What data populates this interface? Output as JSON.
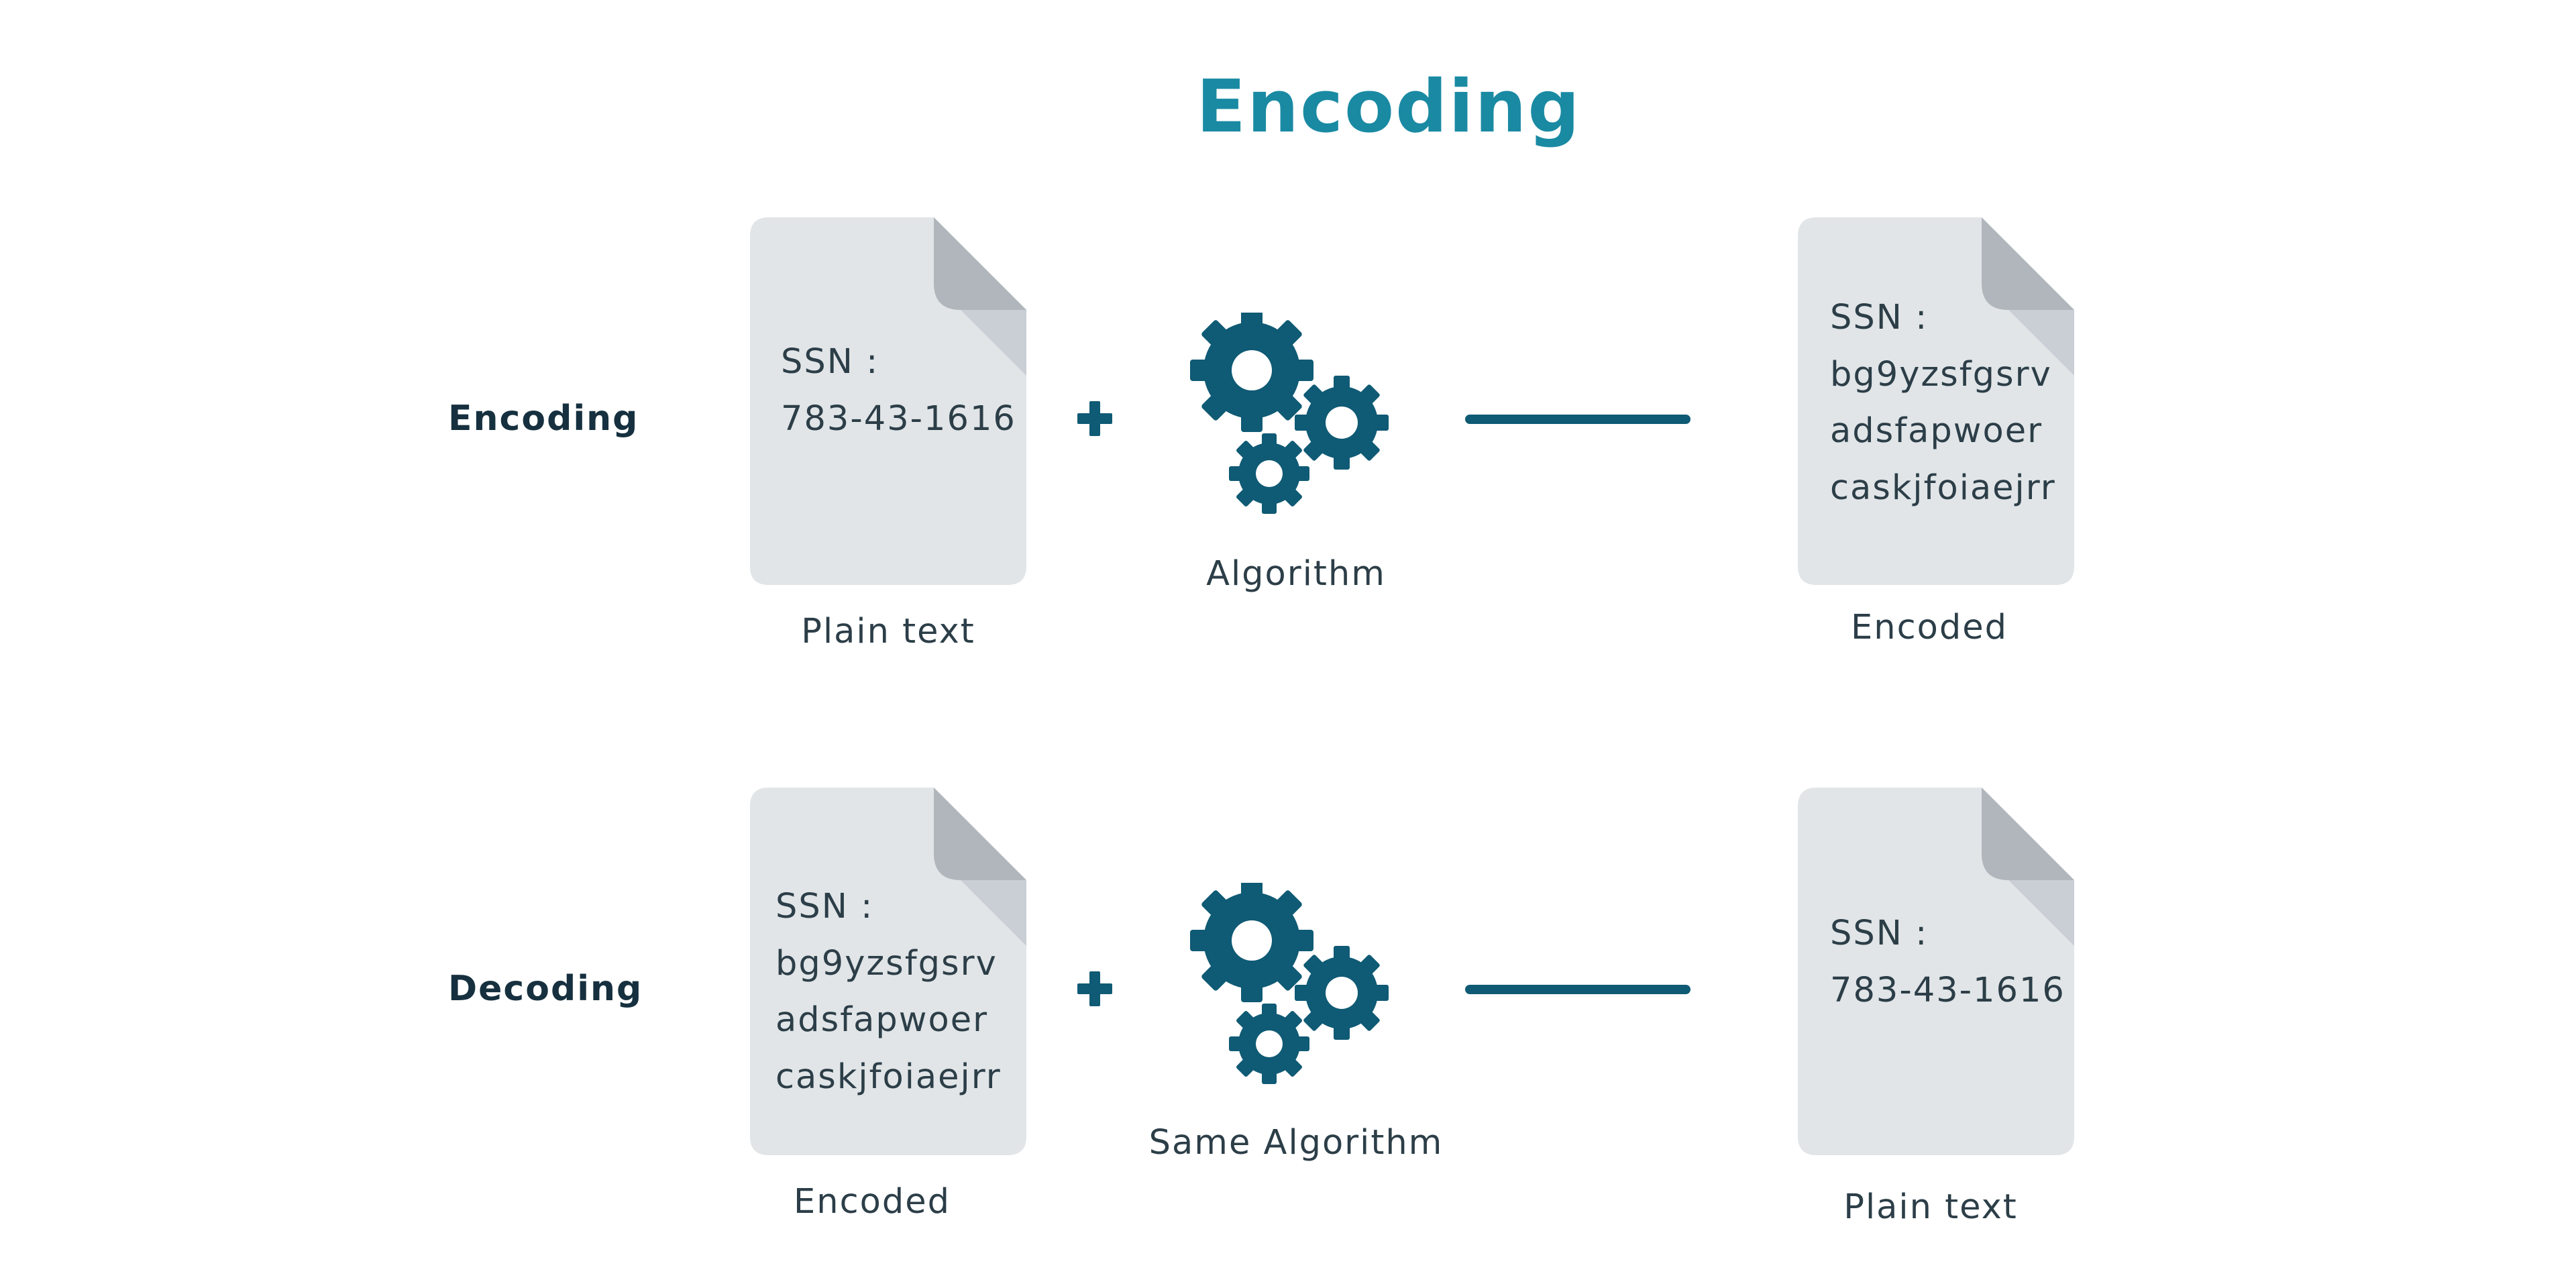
{
  "title": "Encoding",
  "rows": [
    {
      "label": "Encoding",
      "input_doc": {
        "lines": [
          "SSN :",
          "783-43-1616"
        ],
        "caption": "Plain text"
      },
      "process": {
        "caption": "Algorithm",
        "icon": "gears-icon"
      },
      "output_doc": {
        "lines": [
          "SSN :",
          "bg9yzsfgsrv",
          "adsfapwoer",
          "caskjfoiaejrr"
        ],
        "caption": "Encoded"
      }
    },
    {
      "label": "Decoding",
      "input_doc": {
        "lines": [
          "SSN :",
          "bg9yzsfgsrv",
          "adsfapwoer",
          "caskjfoiaejrr"
        ],
        "caption": "Encoded"
      },
      "process": {
        "caption": "Same Algorithm",
        "icon": "gears-icon"
      },
      "output_doc": {
        "lines": [
          "SSN :",
          "783-43-1616"
        ],
        "caption": "Plain text"
      }
    }
  ],
  "colors": {
    "title": "#1a8aa3",
    "icon": "#0f5a74",
    "document": "#e1e5e7",
    "document_fold": "#b1b6bc",
    "text": "#2c3e48"
  }
}
